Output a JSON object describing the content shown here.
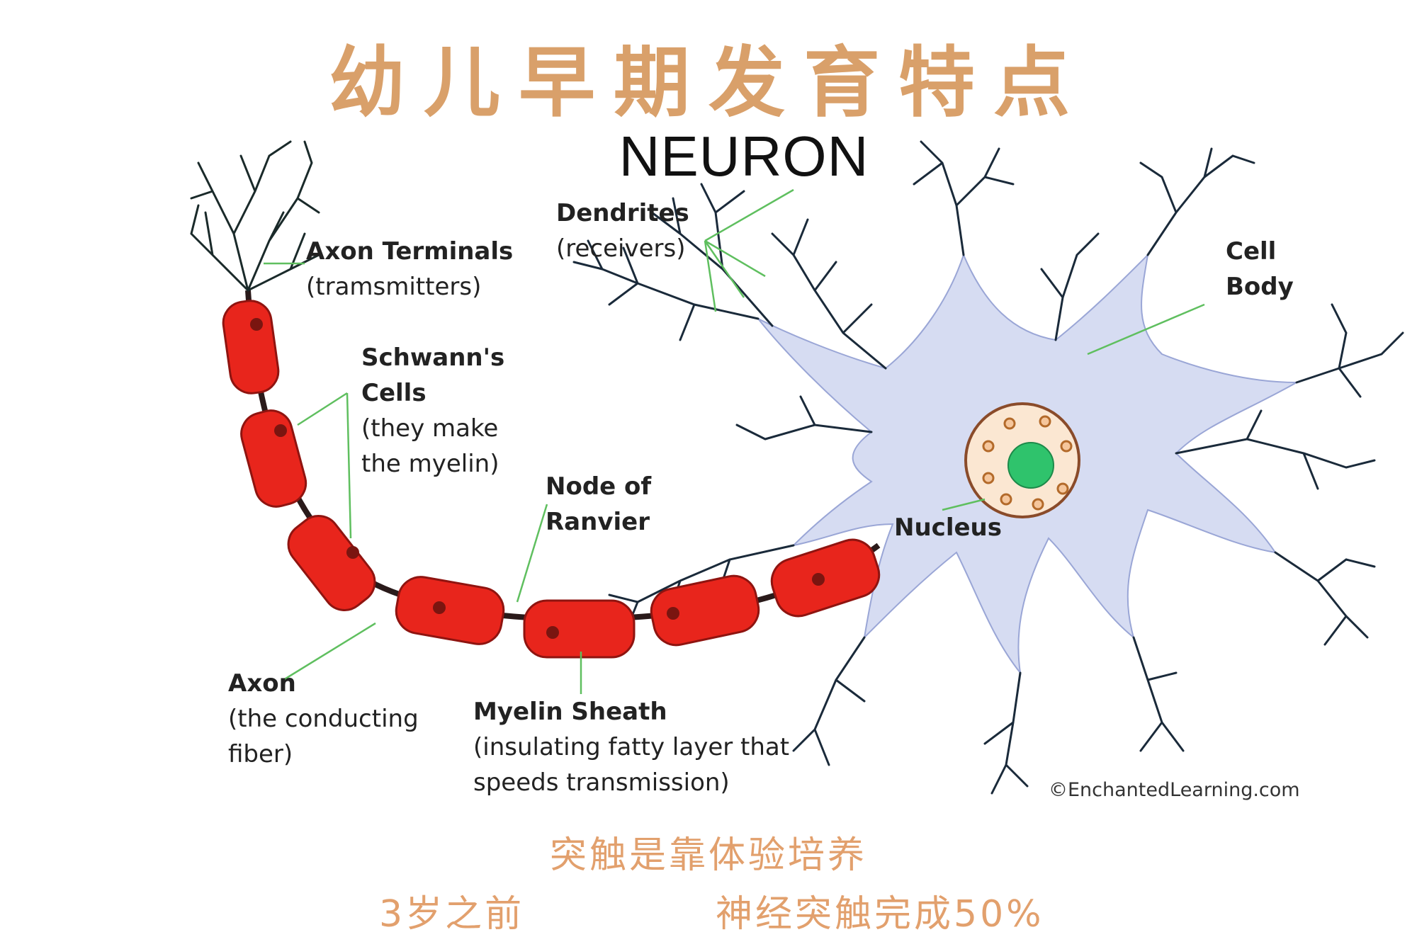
{
  "heading": "幼儿早期发育特点",
  "diagram": {
    "title": "NEURON",
    "labels": {
      "dendrites": {
        "name": "Dendrites",
        "desc": "(receivers)"
      },
      "axon_terminals": {
        "name": "Axon Terminals",
        "desc": "(tramsmitters)"
      },
      "cell_body": {
        "name": "Cell",
        "name2": "Body"
      },
      "schwann": {
        "name": "Schwann's",
        "name2": "Cells",
        "desc": "(they make",
        "desc2": "the myelin)"
      },
      "node": {
        "name": "Node of",
        "name2": "Ranvier"
      },
      "nucleus": {
        "name": "Nucleus"
      },
      "axon": {
        "name": "Axon",
        "desc": "(the conducting",
        "desc2": "fiber)"
      },
      "myelin": {
        "name": "Myelin Sheath",
        "desc": "(insulating fatty layer that",
        "desc2": "speeds transmission)"
      }
    },
    "credit": "©EnchantedLearning.com"
  },
  "footer": {
    "line1": "突触是靠体验培养",
    "line2_left": "3岁之前",
    "line2_right": "神经突触完成50%"
  },
  "colors": {
    "myelin": "#e8251c",
    "cell_body": "#d6dcf2",
    "leader": "#5fbf5f",
    "nucleus": "#2fc36c",
    "heading": "#d9a06a"
  }
}
